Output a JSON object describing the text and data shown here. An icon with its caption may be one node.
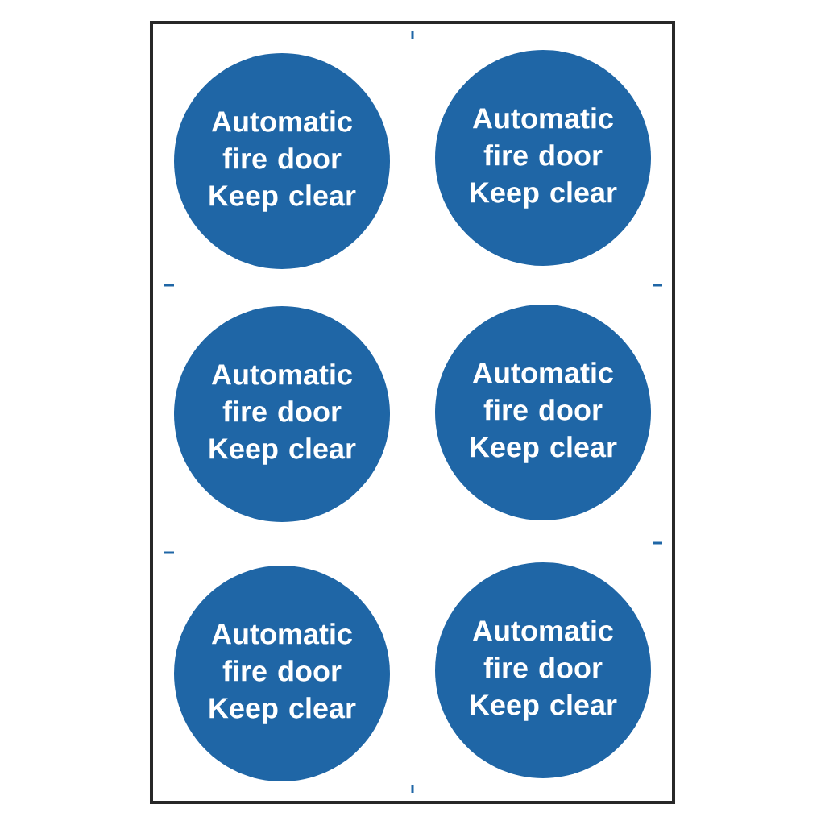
{
  "diagram": {
    "nodes": [
      {
        "text": [
          "Automatic fire door Keep clear"
        ]
      },
      {
        "text": [
          "Automatic fire door Keep clear"
        ]
      },
      {
        "text": [
          "Automatic fire door Keep clear"
        ]
      },
      {
        "text": [
          "Automatic fire door Keep clear"
        ]
      },
      {
        "text": [
          "Automatic fire door Keep clear"
        ]
      },
      {
        "text": [
          "Automatic fire door Keep clear"
        ]
      }
    ]
  }
}
